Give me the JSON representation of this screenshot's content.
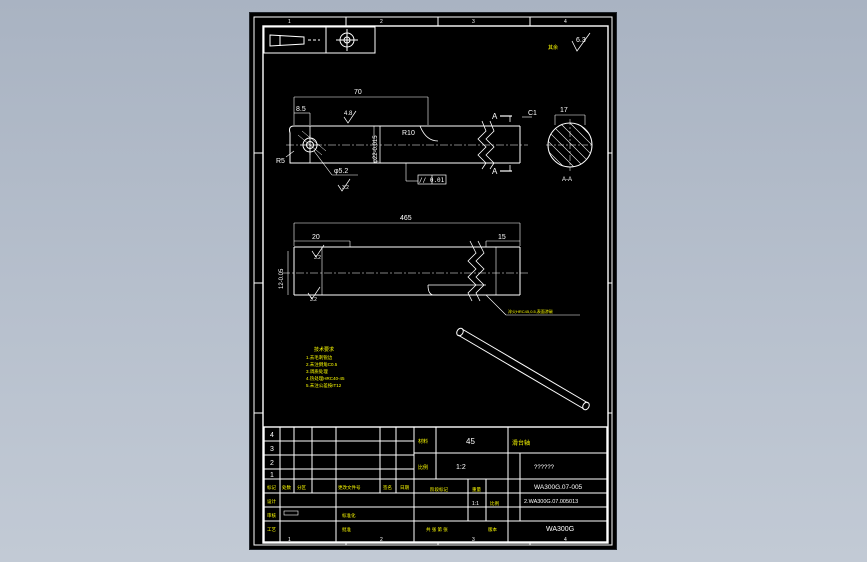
{
  "colors": {
    "background": "#b0b9c6",
    "sheet": "#000000",
    "line": "#ffffff",
    "dimension": "#ffffff",
    "note": "#ffff00"
  },
  "top_zones": [
    "1",
    "2",
    "3",
    "4"
  ],
  "bottom_zones": [
    "1",
    "2",
    "3",
    "4"
  ],
  "roughness_symbol": "6.3",
  "roughness_note": "其余",
  "views": {
    "front": {
      "dims": {
        "length_70": "70",
        "d8_5": "8.5",
        "d4_8": "4.8",
        "dia_text": "φ22-0.015",
        "r10": "R10",
        "r5": "R5",
        "hole": "φ5.2",
        "hole_ra": "3.2",
        "section_a_top": "A",
        "section_a_bottom": "A",
        "c1": "C1",
        "tolerance": "// 0.01"
      }
    },
    "section": {
      "width": "17",
      "label": "A-A"
    },
    "top": {
      "dims": {
        "length_465": "465",
        "d20": "20",
        "d15": "15",
        "ra_top": "3.2",
        "ra_left": "3.2",
        "side": "12-0.05",
        "note_right": "淬火HRC45,0.5,表面渗碳"
      }
    }
  },
  "tech_req": {
    "title": "技术要求",
    "items": [
      "1.去毛刺锐边",
      "2.未注倒角C0.5",
      "3.调质处理",
      "4.热处理HRC40-45",
      "5.未注公差按IT12"
    ]
  },
  "title_block": {
    "row_numbers": [
      "4",
      "3",
      "2",
      "1"
    ],
    "material_label": "材料",
    "material_value": "45",
    "part_name": "滑台轴",
    "scale_label": "比例",
    "scale_value": "1:2",
    "designer": "??????",
    "header_cells": [
      "标记",
      "处数",
      "分区",
      "更改文件号",
      "签名",
      "日期"
    ],
    "stage_label": "阶段标记",
    "weight_label": "重量",
    "ratio_label": "比例",
    "ratio_value": "1:1",
    "drawing_number": "WA300G.07-005",
    "drawing_number2": "2.WA300G.07.005013",
    "product": "WA300G",
    "rows_left": [
      "设计",
      "审核",
      "工艺"
    ],
    "rows_mid": [
      "标准化",
      "批准"
    ],
    "sheet_label": "共 张 第 张",
    "version_label": "版本"
  }
}
